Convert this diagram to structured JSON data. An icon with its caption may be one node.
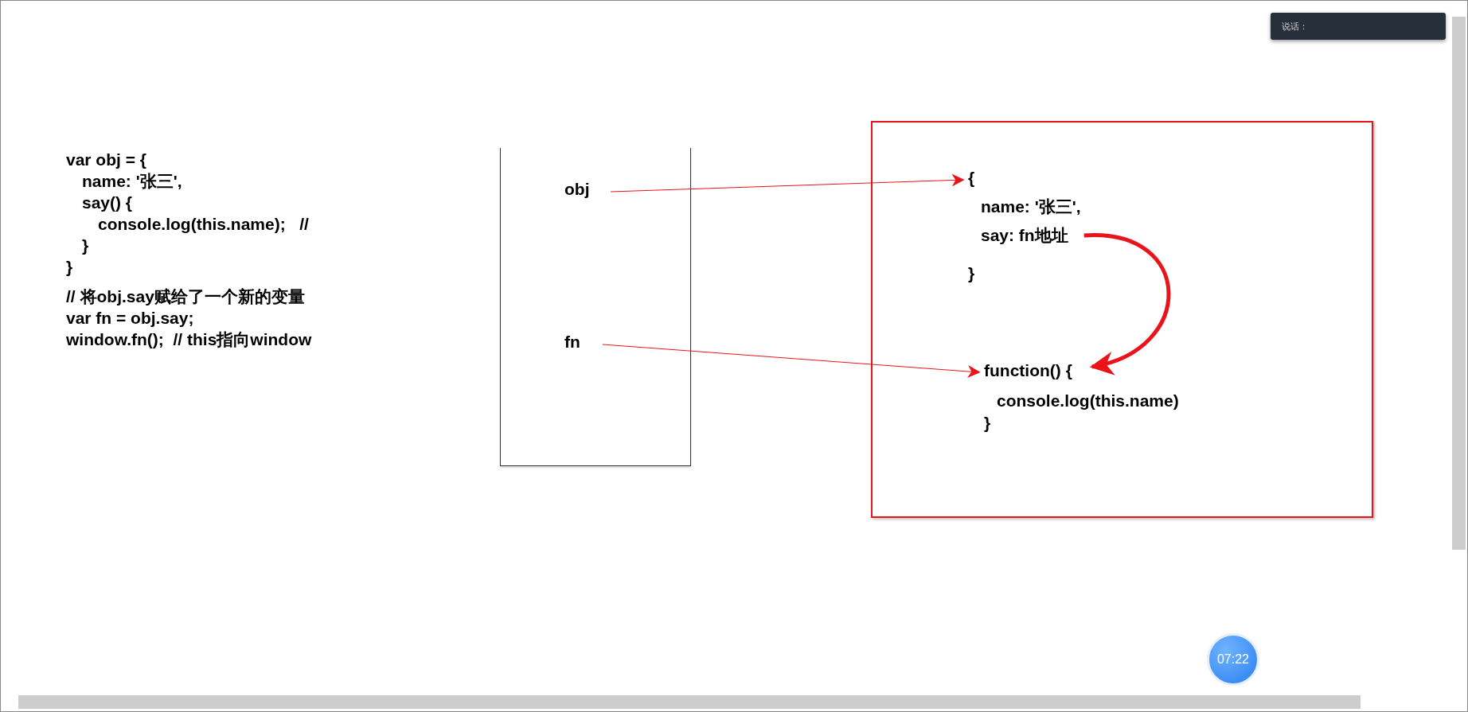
{
  "diagram": {
    "nodes": [
      {
        "text": [],
        "shape": "box"
      },
      {
        "text": [
          "obj"
        ],
        "in": 0
      },
      {
        "text": [
          "fn"
        ],
        "in": 0
      },
      {
        "text": [],
        "shape": "box"
      },
      {
        "text": [
          "{",
          "name: '张三',",
          "say: fn地址",
          "}"
        ],
        "in": 3
      },
      {
        "text": [
          "function() {",
          "console.log(this.name)",
          "}"
        ],
        "in": 3
      }
    ],
    "edges": [
      {
        "from": 1,
        "to": 4,
        "arrow": "to"
      },
      {
        "from": 2,
        "to": 5,
        "arrow": "to"
      },
      {
        "from": 4,
        "to": 5,
        "arrow": "to",
        "style": "thick"
      }
    ],
    "labels": [
      "var obj = {",
      "name: '张三',",
      "say() {",
      "console.log(this.name);   //",
      "}",
      "}",
      "// 将obj.say赋给了一个新的变量",
      "var fn = obj.say;",
      "window.fn();  // this指向window",
      "说话：",
      "07:22"
    ]
  }
}
